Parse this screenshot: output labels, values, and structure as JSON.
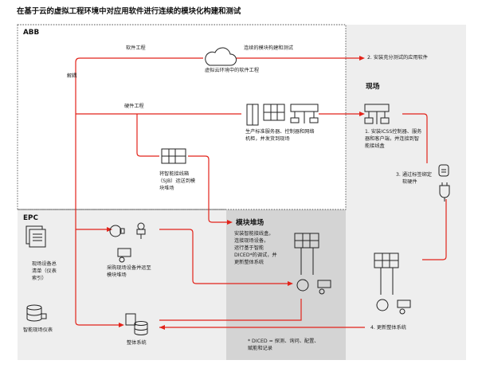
{
  "title": "在基于云的虚拟工程环境中对应用软件进行连续的模块化构建和测试",
  "sections": {
    "abb": "ABB",
    "site": "现场",
    "epc": "EPC",
    "module_yard": "模块堆场"
  },
  "labels": {
    "software_eng": "软件工程",
    "hardware_eng": "硬件工程",
    "decouple": "解耦",
    "cloud_caption": "虚拟云环境中的软件工程",
    "continuous_build": "连续的模块构建和测试",
    "step2": "2. 安装充分测试的应用软件",
    "servers_caption_1": "生产标准服务器、控制器和网络",
    "servers_caption_2": "机柜，并发货到现场",
    "step1_1": "1. 安装ICSS控制器、服务",
    "step1_2": "器和客户端，并连接到智",
    "step1_3": "能接线盒",
    "step3_1": "3. 通过标签绑定",
    "step3_2": "软硬件",
    "sjb_1": "将智能接线箱",
    "sjb_2": "（SJB）运送到模",
    "sjb_3": "块堆场",
    "module_1": "安装智能接线盒，",
    "module_2": "连接现场设备。",
    "module_3": "运行基于智能",
    "module_4": "DICED*的调试，并",
    "module_5": "更新整体系统",
    "site_list_1": "现场设备总",
    "site_list_2": "清单（仪表",
    "site_list_3": "索引）",
    "procure_1": "采购现场设备并运至",
    "procure_2": "模块堆场",
    "smart_instr": "智能现场仪表",
    "overall_system": "整体系统",
    "step4": "4. 更新整体系统",
    "footnote_1": "* DICED = 探测、询问、配置、",
    "footnote_2": "赋能和记录"
  },
  "colors": {
    "accent_red": "#e2231a",
    "panel_gray": "#eeeeee",
    "module_gray": "#d4d4d4",
    "icon_stroke": "#222222"
  }
}
